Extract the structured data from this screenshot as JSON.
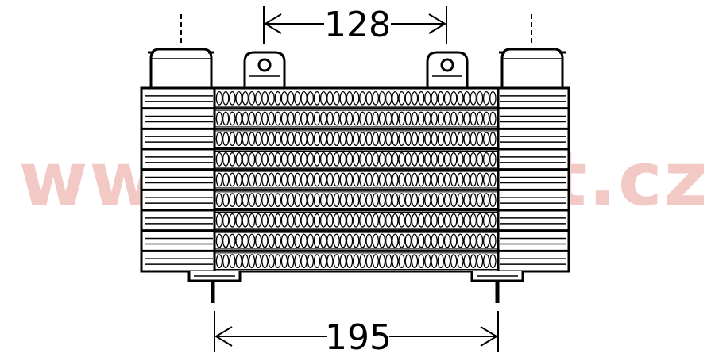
{
  "drawing": {
    "top_dimension": "128",
    "bottom_dimension": "195",
    "watermark": "www.autoset.cz",
    "tube_rows": 9,
    "fin_rows": 9
  },
  "colors": {
    "line": "#000000",
    "watermark": "#f3c9c6",
    "background": "#ffffff"
  }
}
